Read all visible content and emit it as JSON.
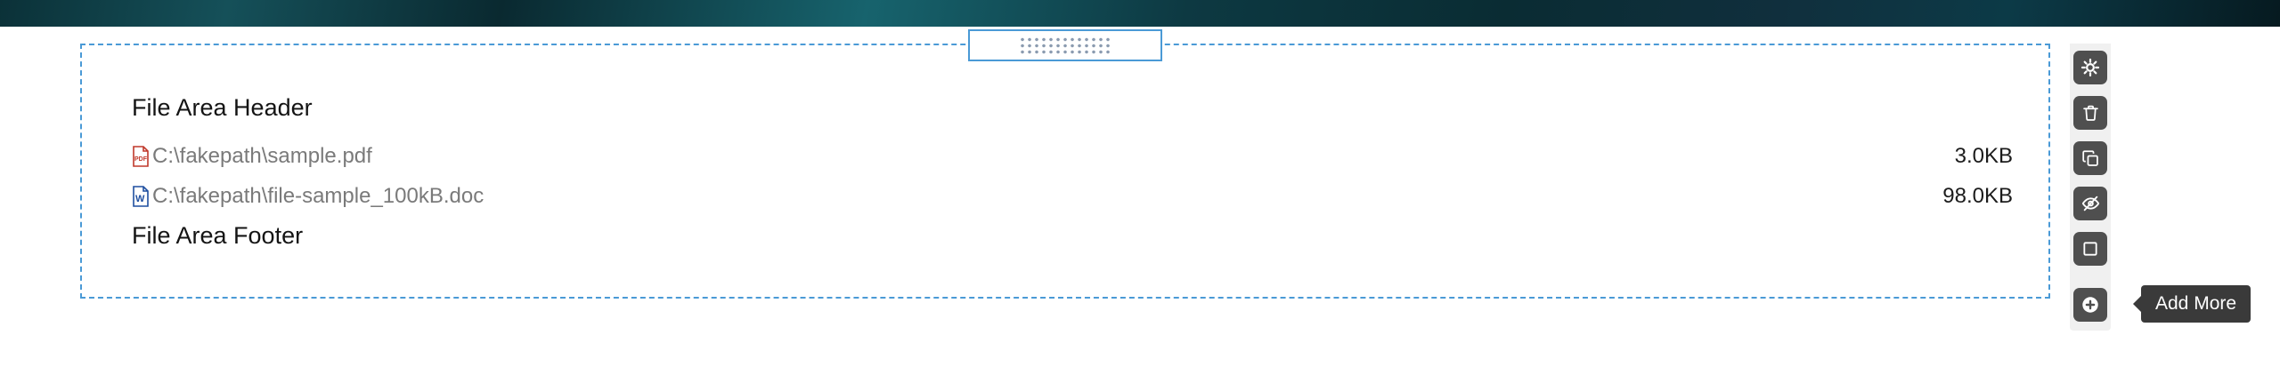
{
  "banner": {
    "description": "dark teal textured header image strip"
  },
  "file_area": {
    "header": "File Area Header",
    "footer": "File Area Footer",
    "files": [
      {
        "path": "C:\\fakepath\\sample.pdf",
        "size": "3.0KB",
        "type": "pdf",
        "icon": "pdf-file-icon"
      },
      {
        "path": "C:\\fakepath\\file-sample_100kB.doc",
        "size": "98.0KB",
        "type": "doc",
        "icon": "word-file-icon"
      }
    ]
  },
  "toolbar": {
    "buttons": [
      {
        "name": "settings",
        "icon": "gear-icon"
      },
      {
        "name": "delete",
        "icon": "trash-icon"
      },
      {
        "name": "copy",
        "icon": "copy-icon"
      },
      {
        "name": "hide",
        "icon": "eye-slash-icon"
      },
      {
        "name": "shape",
        "icon": "square-icon"
      },
      {
        "name": "add-more",
        "icon": "plus-circle-icon"
      }
    ],
    "tooltip": "Add More"
  },
  "colors": {
    "selection_blue": "#4a9ad6",
    "toolbar_button": "#4f4f4f",
    "tooltip_bg": "#3a3a3a",
    "file_path_gray": "#7a7a7a",
    "pdf_red": "#c0392b",
    "word_blue": "#1f4fa0"
  }
}
